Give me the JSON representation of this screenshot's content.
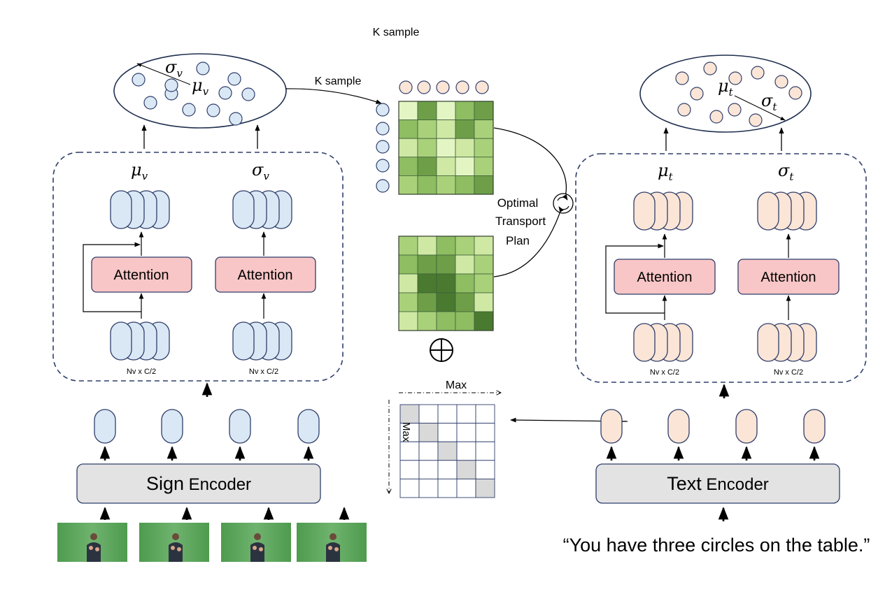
{
  "top_note": "K sample",
  "arrow_label": "K sample",
  "ot_label": [
    "Optimal",
    "Transport",
    "Plan"
  ],
  "max_top": "Max",
  "max_left": "Max",
  "sign": {
    "encoder_first": "Sign",
    "encoder_rest": " Encoder",
    "mu": "μ",
    "mu_sub": "v",
    "sigma": "σ",
    "sigma_sub": "v",
    "attention_left": "Attention",
    "attention_right": "Attention",
    "dim_left": "Nv x C/2",
    "dim_right": "Nv x C/2"
  },
  "text": {
    "encoder_first": "Text",
    "encoder_rest": " Encoder",
    "mu": "μ",
    "mu_sub": "t",
    "sigma": "σ",
    "sigma_sub": "t",
    "attention_left": "Attention",
    "attention_right": "Attention",
    "dim_left": "Nv x C/2",
    "dim_right": "Nv x C/2"
  },
  "ellipse_v": {
    "mu": "μ",
    "mu_sub": "v",
    "sigma": "σ",
    "sigma_sub": "v"
  },
  "ellipse_t": {
    "mu": "μ",
    "mu_sub": "t",
    "sigma": "σ",
    "sigma_sub": "t"
  },
  "sentence": "“You have three circles on the table.”",
  "colors": {
    "sign_fill": "#dae8f5",
    "text_fill": "#fbe5d6",
    "attention_fill": "#f8c6c6",
    "attention_stroke": "#2f3e6b",
    "encoder_fill": "#e3e3e3",
    "dash": "#2f3e6b",
    "green_video": "#5aa35a"
  },
  "ot_matrix_top": [
    [
      1,
      5,
      1,
      4,
      5
    ],
    [
      4,
      3,
      2,
      5,
      3
    ],
    [
      2,
      3,
      1,
      2,
      3
    ],
    [
      4,
      5,
      2,
      1,
      3
    ],
    [
      3,
      4,
      3,
      4,
      5
    ]
  ],
  "ot_matrix_bottom": [
    [
      3,
      2,
      4,
      3,
      2
    ],
    [
      4,
      5,
      5,
      2,
      3
    ],
    [
      2,
      6,
      6,
      4,
      3
    ],
    [
      3,
      5,
      6,
      5,
      2
    ],
    [
      2,
      3,
      4,
      4,
      6
    ]
  ],
  "diag_matrix_highlight": [
    [
      0,
      0
    ],
    [
      1,
      1
    ],
    [
      2,
      2
    ],
    [
      3,
      3
    ],
    [
      4,
      4
    ]
  ]
}
